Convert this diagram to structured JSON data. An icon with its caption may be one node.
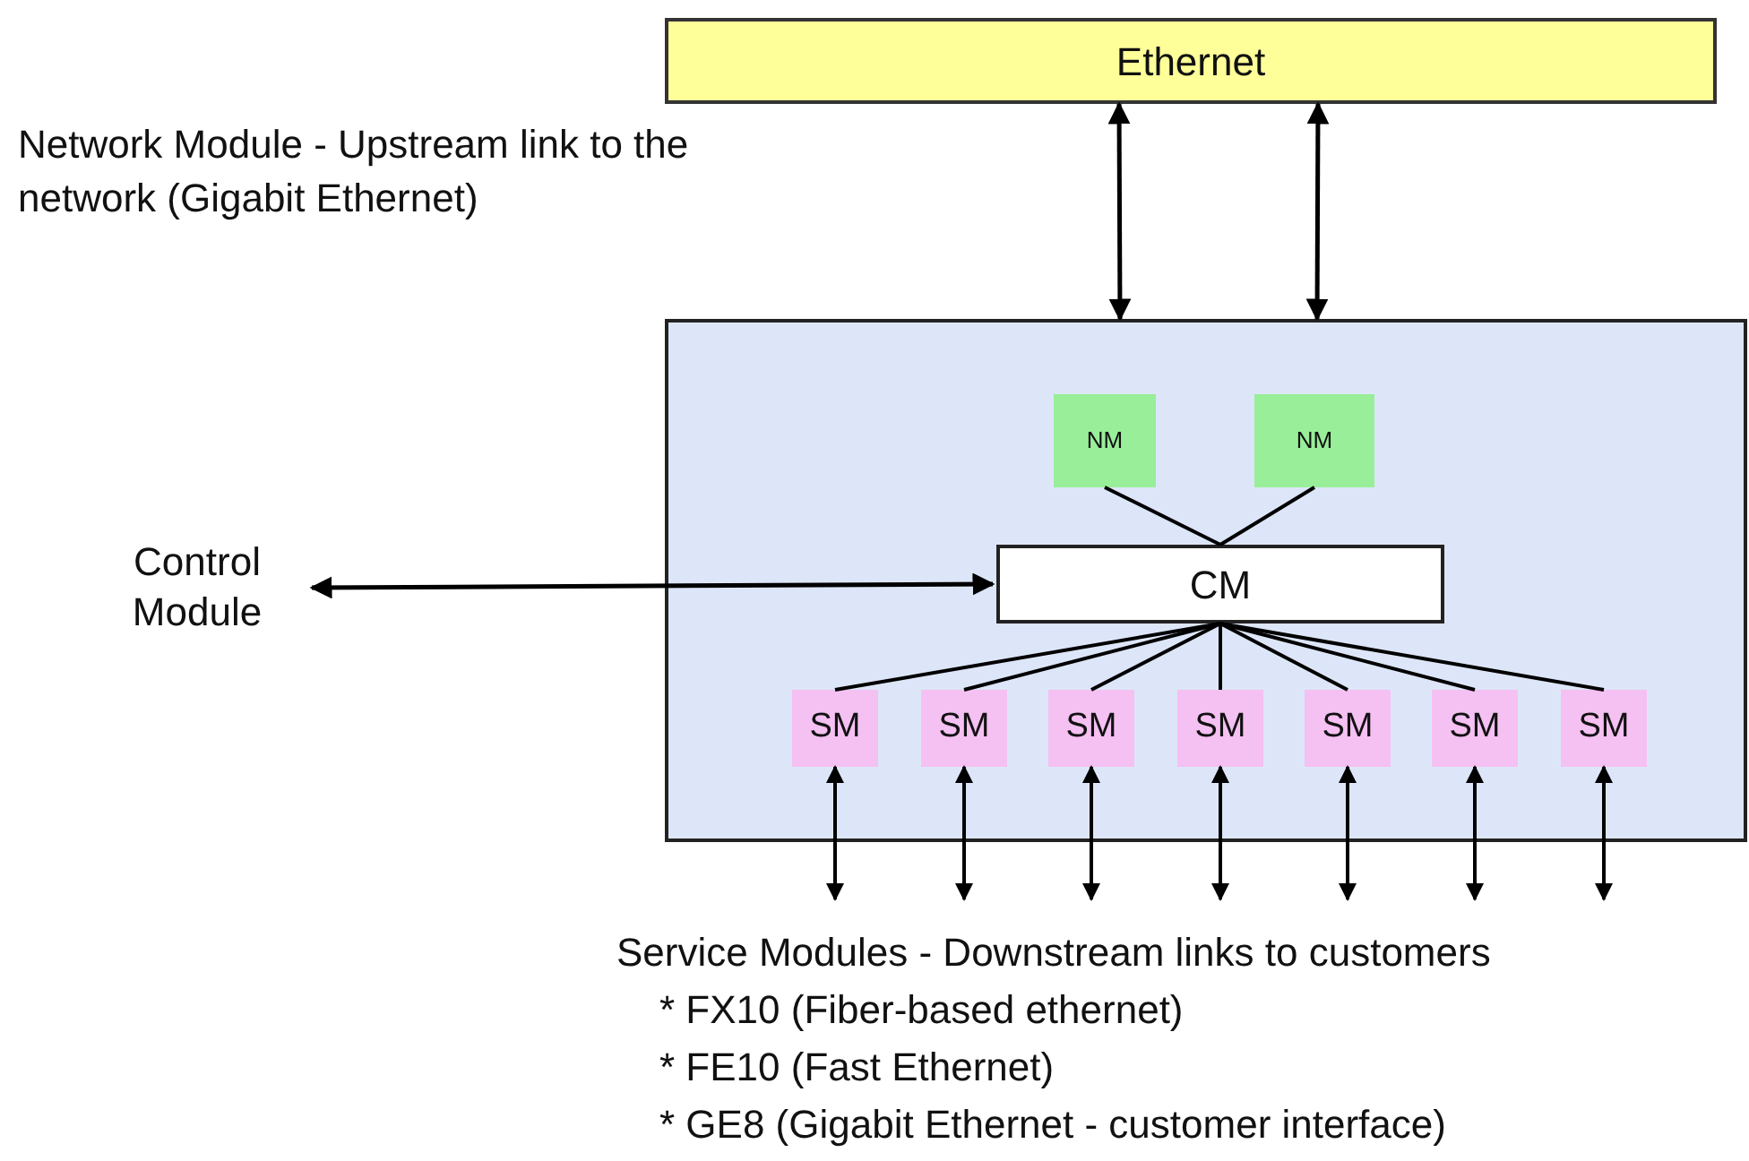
{
  "diagram": {
    "nodes": [
      {
        "text": [
          "Ethernet"
        ]
      },
      {
        "text": [],
        "shape": "box"
      },
      {
        "text": [
          "NM"
        ],
        "in": 1
      },
      {
        "text": [
          "NM"
        ],
        "in": 1
      },
      {
        "text": [
          "CM"
        ],
        "in": 1
      },
      {
        "text": [
          "SM"
        ],
        "in": 1
      },
      {
        "text": [
          "SM"
        ],
        "in": 1
      },
      {
        "text": [
          "SM"
        ],
        "in": 1
      },
      {
        "text": [
          "SM"
        ],
        "in": 1
      },
      {
        "text": [
          "SM"
        ],
        "in": 1
      },
      {
        "text": [
          "SM"
        ],
        "in": 1
      },
      {
        "text": [
          "SM"
        ],
        "in": 1
      },
      {
        "text": [
          "Control Module"
        ]
      }
    ],
    "edges": [
      {
        "from": 0,
        "to": 1,
        "arrow": "both"
      },
      {
        "from": 0,
        "to": 1,
        "arrow": "both"
      },
      {
        "from": 2,
        "to": 4,
        "arrow": "none"
      },
      {
        "from": 3,
        "to": 4,
        "arrow": "none"
      },
      {
        "from": 4,
        "to": 5,
        "arrow": "none"
      },
      {
        "from": 4,
        "to": 6,
        "arrow": "none"
      },
      {
        "from": 4,
        "to": 7,
        "arrow": "none"
      },
      {
        "from": 4,
        "to": 8,
        "arrow": "none"
      },
      {
        "from": 4,
        "to": 9,
        "arrow": "none"
      },
      {
        "from": 4,
        "to": 10,
        "arrow": "none"
      },
      {
        "from": 4,
        "to": 11,
        "arrow": "none"
      },
      {
        "from": 12,
        "to": 4,
        "arrow": "both"
      },
      {
        "from": 5,
        "to": null,
        "arrow": "both"
      },
      {
        "from": 6,
        "to": null,
        "arrow": "both"
      },
      {
        "from": 7,
        "to": null,
        "arrow": "both"
      },
      {
        "from": 8,
        "to": null,
        "arrow": "both"
      },
      {
        "from": 9,
        "to": null,
        "arrow": "both"
      },
      {
        "from": 10,
        "to": null,
        "arrow": "both"
      },
      {
        "from": 11,
        "to": null,
        "arrow": "both"
      }
    ],
    "labels": [
      "Network Module - Upstream link to the network (Gigabit Ethernet)",
      "Service Modules - Downstream links to customers",
      "* FX10 (Fiber-based ethernet)",
      "* FE10 (Fast Ethernet)",
      "* GE8 (Gigabit Ethernet - customer interface)"
    ]
  }
}
